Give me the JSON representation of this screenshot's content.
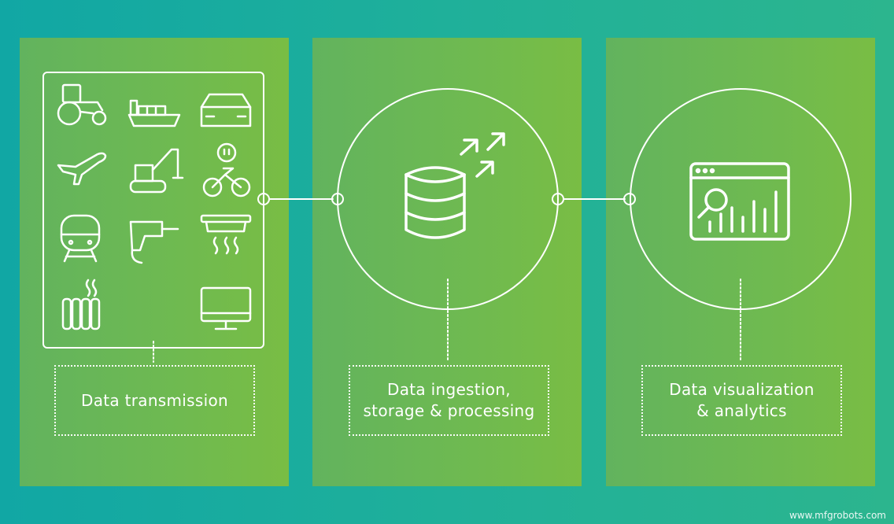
{
  "stages": [
    {
      "label": "Data transmission"
    },
    {
      "label": "Data ingestion,\nstorage & processing"
    },
    {
      "label": "Data visualization\n& analytics"
    }
  ],
  "device_icons": [
    "tractor-icon",
    "cargo-ship-icon",
    "car-icon",
    "airplane-icon",
    "excavator-icon",
    "bicycle-rider-icon",
    "train-icon",
    "power-drill-icon",
    "smoke-detector-icon",
    "radiator-icon",
    "monitor-icon"
  ],
  "stage_icons": [
    "database-icon",
    "dashboard-analytics-icon"
  ],
  "watermark": "www.mfgrobots.com",
  "colors": {
    "background": "#11a7a4",
    "panel": "#6fba50",
    "line": "#ffffff"
  }
}
